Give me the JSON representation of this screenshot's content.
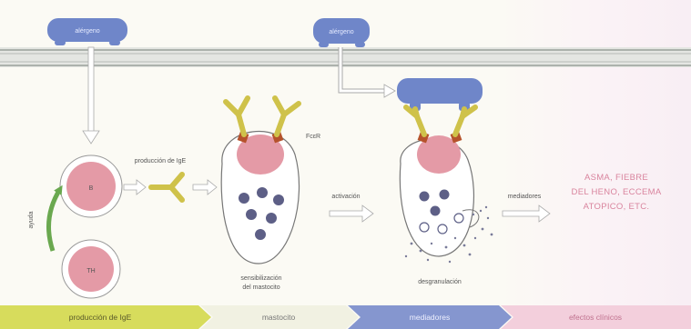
{
  "allergen_left": "alérgeno",
  "allergen_right": "alérgeno",
  "production_label": "producción de IgE",
  "receptor_label": "FcɛR",
  "help_label": "ayuda",
  "b_cell_label": "B",
  "th_cell_label": "TH",
  "activation_label": "activación",
  "mediators_arrow_label": "mediadores",
  "sensitization_line1": "sensibilización",
  "sensitization_line2": "del mastocito",
  "degranulation_label": "desgranulación",
  "clinical": {
    "line1": "ASMA, FIEBRE",
    "line2": "DEL HENO, ECCEMA",
    "line3": "ATOPICO, ETC."
  },
  "stages": [
    "producción de IgE",
    "mastocito",
    "mediadores",
    "efectos clínicos"
  ],
  "colors": {
    "allergen": "#6f86c9",
    "antibody": "#cfc24a",
    "receptor": "#b5522b",
    "nucleus": "#e49aa6",
    "granule": "#5d5f86",
    "help_arrow": "#6aa84f",
    "clinical_text": "#d9849e"
  }
}
